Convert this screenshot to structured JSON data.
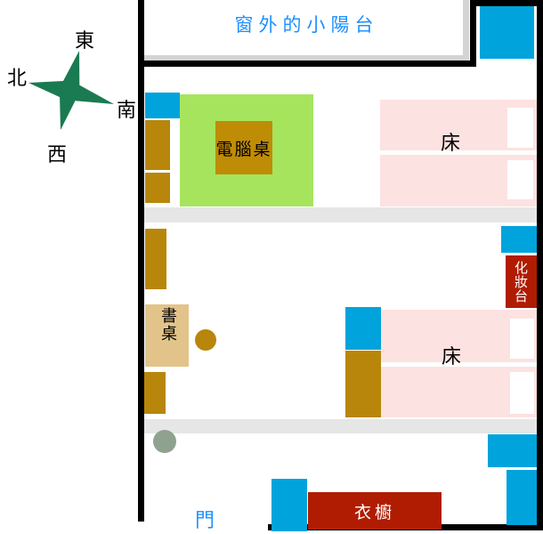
{
  "title": "room floor plan",
  "compass": {
    "east": "東",
    "north": "北",
    "south": "南",
    "west": "西"
  },
  "balcony": {
    "label": "窗外的小陽台"
  },
  "furniture": {
    "computer_desk": "電腦桌",
    "bed_top": "床",
    "bed_middle": "床",
    "writing_desk": "書桌",
    "dresser": "化妝台",
    "wardrobe": "衣櫥",
    "door": "門"
  },
  "colors": {
    "wall": "#000000",
    "cyan_item": "#00A3DC",
    "goldenrod_item": "#B8860B",
    "desk_area_green": "#A6E45E",
    "bed_pink": "#FCE2E1",
    "dark_red": "#B01C02",
    "writing_desk_tan": "#E2C389",
    "divider_gray": "#E6E6E6",
    "balcony_gray": "#D4D4D4",
    "label_blue": "#1E90FF",
    "compass_green": "#1A7A52",
    "floor_circle_green": "#8FA18F"
  }
}
